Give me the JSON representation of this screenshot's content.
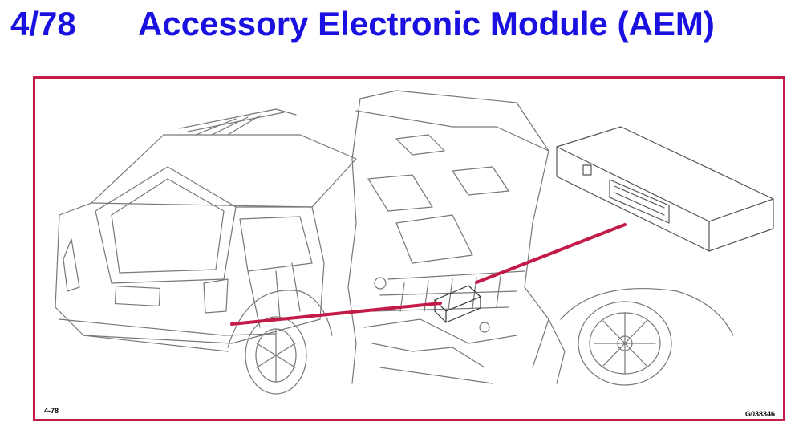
{
  "header": {
    "page_number": "4/78",
    "title": "Accessory Electronic Module (AEM)"
  },
  "figure": {
    "figure_id": "4-78",
    "drawing_code": "G038346"
  },
  "colors": {
    "title_blue": "#1a10e0",
    "frame_red": "#c41a4a",
    "pointer_red": "#c41a4a",
    "line_art": "#777777"
  }
}
